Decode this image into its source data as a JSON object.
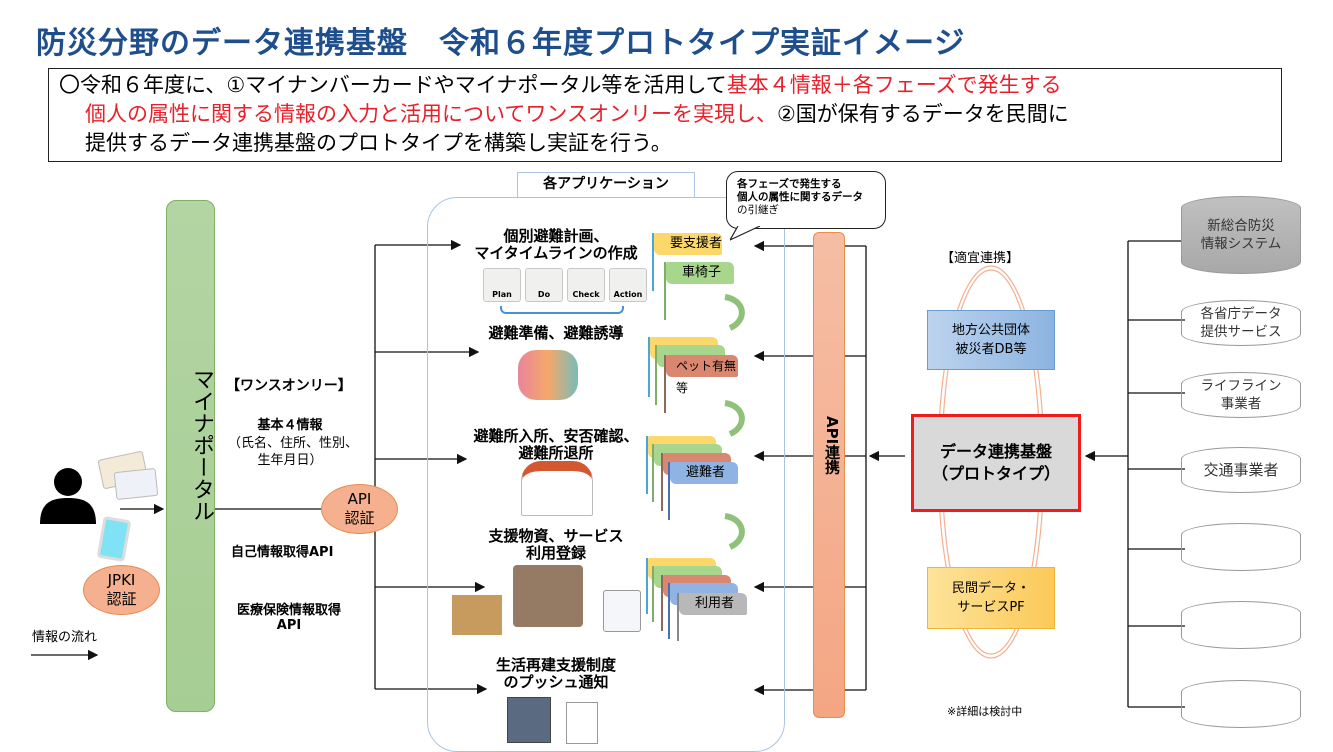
{
  "title": "防災分野のデータ連携基盤　令和６年度プロトタイプ実証イメージ",
  "summary": {
    "line1_black": "〇令和６年度に、①マイナンバーカードやマイナポータル等を活用して",
    "line1_red": "基本４情報＋各フェーズで発生する",
    "line2_red": "個人の属性に関する情報の入力と活用についてワンスオンリーを実現し、",
    "line2_black": "②国が保有するデータを民間に",
    "line3_black": "提供するデータ連携基盤のプロトタイプを構築し実証を行う。"
  },
  "left": {
    "jpki_line1": "JPKI",
    "jpki_line2": "認証",
    "flow_legend": "情報の流れ",
    "portal_label": "マイナポータル"
  },
  "once_only": {
    "heading": "【ワンスオンリー】",
    "basic_title": "基本４情報",
    "basic_detail_1": "（氏名、住所、性別、",
    "basic_detail_2": "生年月日）",
    "api_auth_line1": "API",
    "api_auth_line2": "認証",
    "self_info_api": "自己情報取得API",
    "medical_api_line1": "医療保険情報取得",
    "medical_api_line2": "API"
  },
  "applications": {
    "header": "各アプリケーション",
    "bubble_line1": "各フェーズで発生する",
    "bubble_line2": "個人の属性に関するデータ",
    "bubble_line3": "の引継ぎ",
    "items": [
      {
        "title_1": "個別避難計画、",
        "title_2": "マイタイムラインの作成"
      },
      {
        "title_1": "避難準備、避難誘導",
        "title_2": ""
      },
      {
        "title_1": "避難所入所、安否確認、",
        "title_2": "避難所退所"
      },
      {
        "title_1": "支援物資、サービス",
        "title_2": "利用登録"
      },
      {
        "title_1": "生活再建支援制度",
        "title_2": "のプッシュ通知"
      }
    ],
    "pdca": [
      "Plan",
      "Do",
      "Check",
      "Action"
    ],
    "flags": [
      "要支援者",
      "車椅子",
      "ペット有無等",
      "避難者",
      "利用者"
    ],
    "flag_colors": {
      "yellow": "#fcd86a",
      "green": "#a9d68d",
      "red": "#d98770",
      "blue": "#8fb4e3",
      "gray": "#b8b8b8"
    }
  },
  "api_link_label": "API連携",
  "platform": {
    "appropriate_link": "【適宜連携】",
    "local_gov_1": "地方公共団体",
    "local_gov_2": "被災者DB等",
    "core_1": "データ連携基盤",
    "core_2": "（プロトタイプ）",
    "private_1": "民間データ・",
    "private_2": "サービスPF",
    "note": "※詳細は検討中"
  },
  "sources": [
    {
      "line1": "新総合防災",
      "line2": "情報システム"
    },
    {
      "line1": "各省庁データ",
      "line2": "提供サービス"
    },
    {
      "line1": "ライフライン",
      "line2": "事業者"
    },
    {
      "line1": "交通事業者",
      "line2": ""
    },
    {
      "line1": "",
      "line2": ""
    },
    {
      "line1": "",
      "line2": ""
    },
    {
      "line1": "",
      "line2": ""
    }
  ]
}
